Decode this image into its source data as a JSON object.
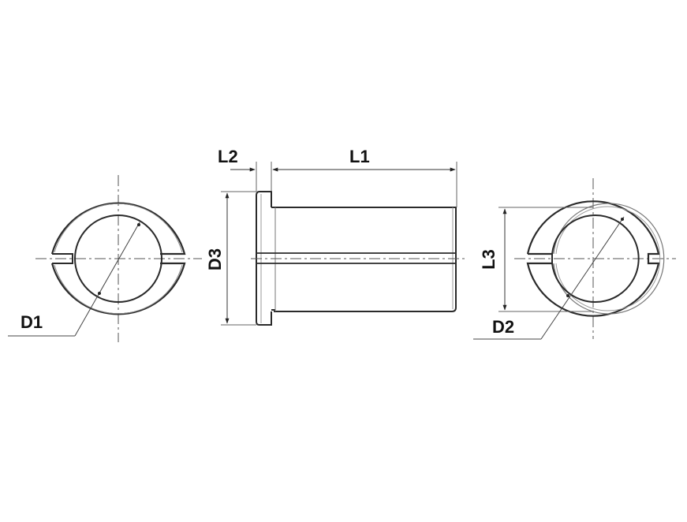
{
  "diagram": {
    "type": "technical-drawing",
    "subject": "flanged split bushing / collet sleeve",
    "views": [
      {
        "id": "left-end-view",
        "dimension_label": "D1",
        "dimension_meaning": "inner bore diameter"
      },
      {
        "id": "side-view",
        "dimension_labels": [
          "L2",
          "L1",
          "D3"
        ]
      },
      {
        "id": "right-end-view",
        "dimension_labels": [
          "L3",
          "D2"
        ]
      }
    ]
  },
  "labels": {
    "d1": "D1",
    "l2": "L2",
    "l1": "L1",
    "d3": "D3",
    "l3": "L3",
    "d2": "D2"
  },
  "colors": {
    "background": "#ffffff",
    "line": "#2a2a2a",
    "thin_line": "#555555",
    "text": "#111111"
  }
}
